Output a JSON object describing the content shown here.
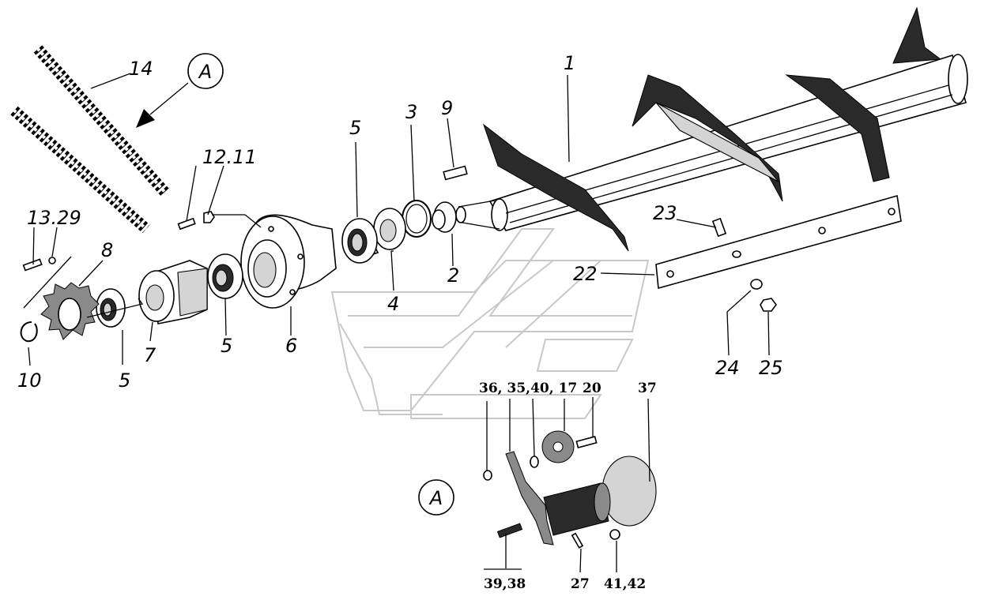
{
  "callouts_main": {
    "c1": "1",
    "c2": "2",
    "c3": "3",
    "c4": "4",
    "c5a": "5",
    "c5b": "5",
    "c5c": "5",
    "c6": "6",
    "c7": "7",
    "c8": "8",
    "c9": "9",
    "c10": "10",
    "c1211": "12.11",
    "c1329": "13.29",
    "c14": "14",
    "c22": "22",
    "c23": "23",
    "c24": "24",
    "c25": "25"
  },
  "callouts_detail": {
    "c36": "36, 35,40, 17",
    "c20": "20",
    "c37": "37",
    "c3938": "39,38",
    "c27": "27",
    "c4142": "41,42"
  },
  "view_marker": {
    "top": "A",
    "detail": "A"
  }
}
